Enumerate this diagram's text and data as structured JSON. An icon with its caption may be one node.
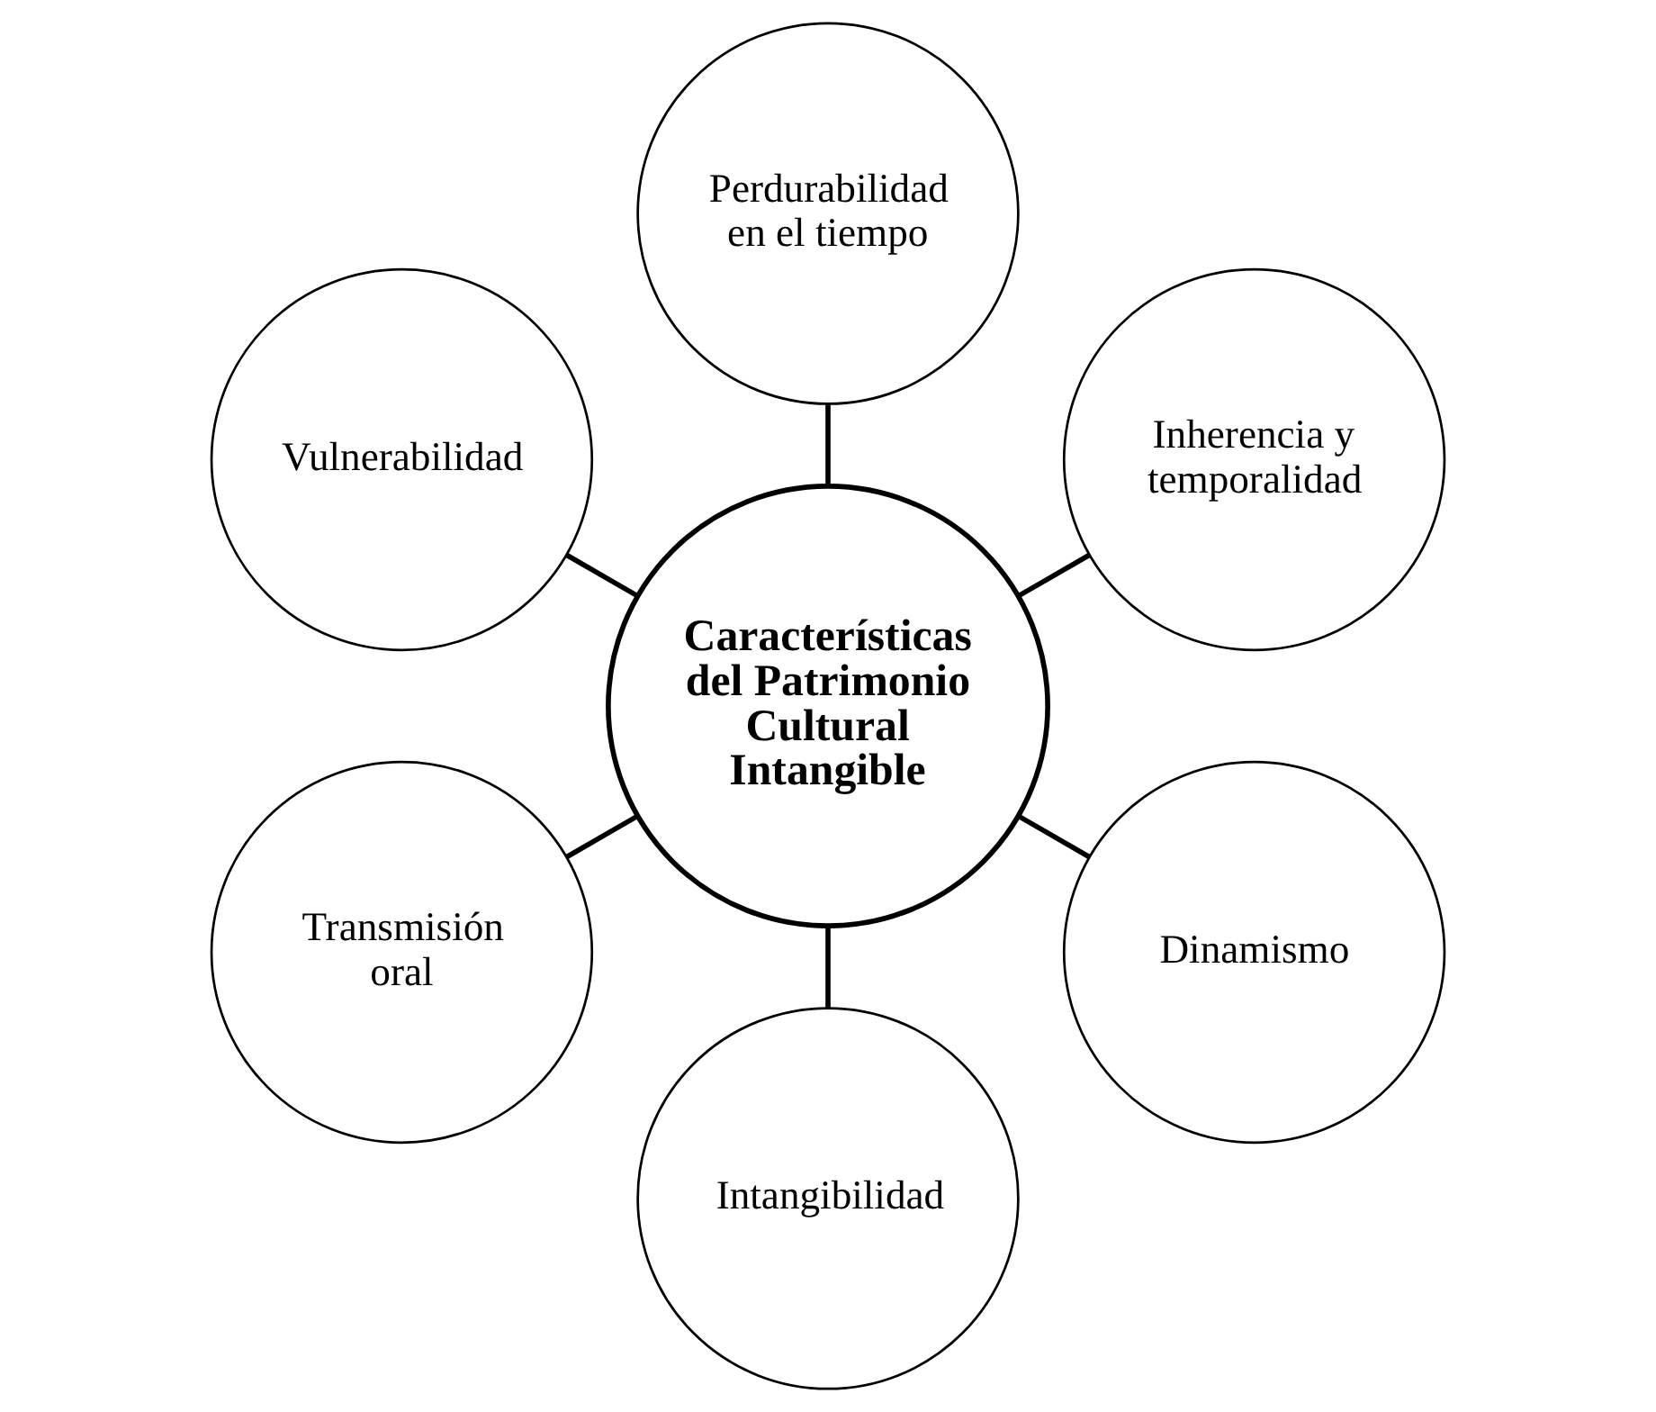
{
  "diagram": {
    "nodes": [
      {
        "text": [
          "Inherencia y temporalidad"
        ]
      },
      {
        "text": [
          "Perdurabilidad en el tiempo"
        ]
      },
      {
        "text": [
          "Vulnerabilidad"
        ]
      },
      {
        "text": [
          "Características del Patrimonio Cultural Intangible"
        ]
      },
      {
        "text": [
          "Transmisión oral"
        ]
      },
      {
        "text": [
          "Intangibilidad"
        ]
      },
      {
        "text": [
          "Dinamismo"
        ]
      }
    ],
    "edges": [
      {
        "from": 3,
        "to": 0,
        "arrow": "none"
      },
      {
        "from": 3,
        "to": 1,
        "arrow": "none"
      },
      {
        "from": 3,
        "to": 4,
        "arrow": "none"
      },
      {
        "from": 3,
        "to": 6,
        "arrow": "none"
      },
      {
        "from": 3,
        "to": 5,
        "arrow": "none"
      },
      {
        "from": 3,
        "to": 2,
        "arrow": "none"
      }
    ]
  }
}
